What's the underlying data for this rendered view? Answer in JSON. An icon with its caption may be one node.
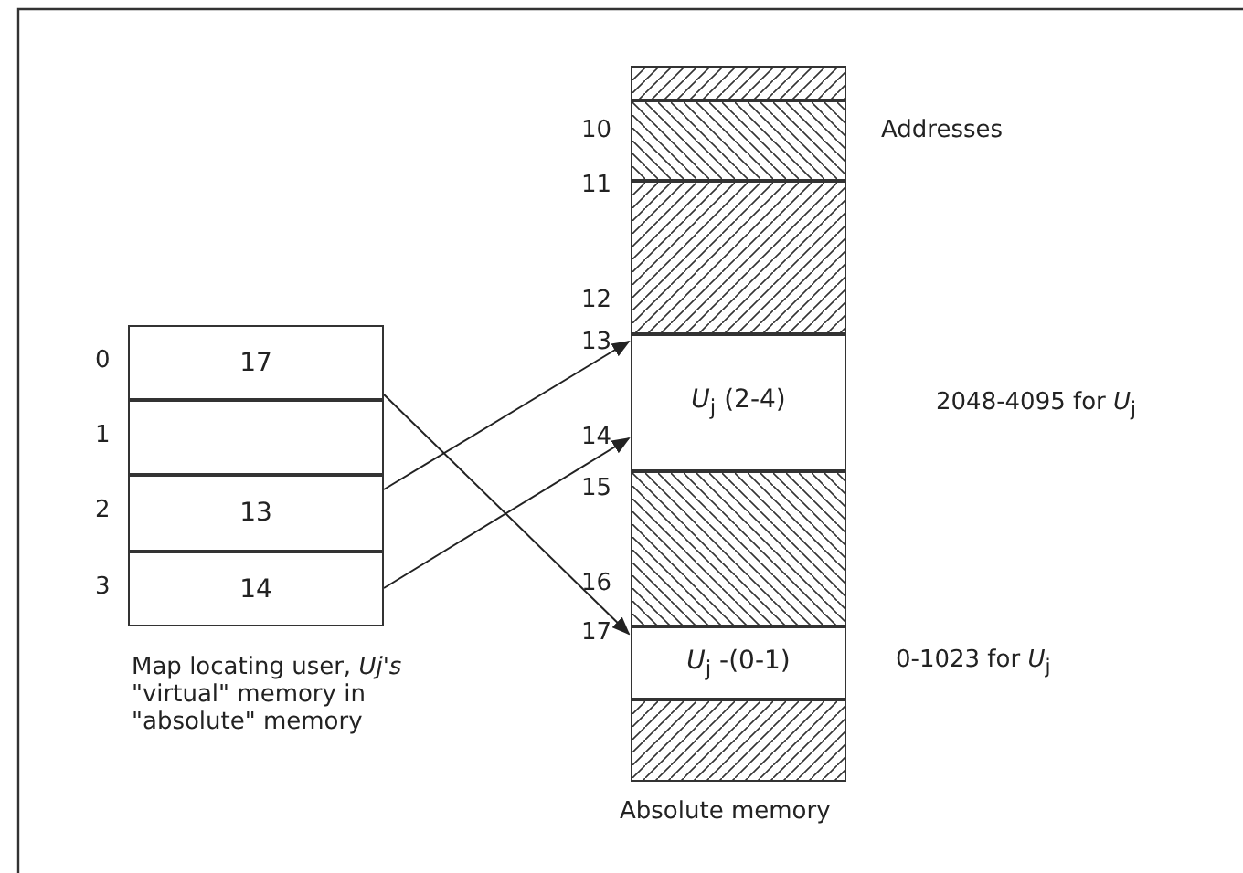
{
  "diagram": {
    "nodes": [
      {
        "text": [
          "17"
        ],
        "beside": [
          "0"
        ]
      },
      {
        "text": [],
        "shape": "box",
        "beside": [
          "1"
        ]
      },
      {
        "text": [
          "13"
        ],
        "beside": [
          "2"
        ]
      },
      {
        "text": [
          "14"
        ],
        "beside": [
          "3"
        ]
      },
      {
        "text": [],
        "shape": "box"
      },
      {
        "text": [],
        "shape": "box"
      },
      {
        "text": [],
        "shape": "box"
      },
      {
        "text": [
          "*U*$_{j}$ (2-4)"
        ]
      },
      {
        "text": [],
        "shape": "box"
      },
      {
        "text": [
          "*U*$_{j}$ -(0-1)"
        ]
      },
      {
        "text": [],
        "shape": "box",
        "beside": [
          "Absolute memory"
        ]
      }
    ],
    "edges": [
      {
        "from": 2,
        "to": 7,
        "arrow": "to"
      },
      {
        "from": 3,
        "to": 7,
        "arrow": "to"
      },
      {
        "from": 0,
        "to": 9,
        "arrow": "to"
      }
    ],
    "labels": [
      "10",
      "Addresses",
      "11",
      "12",
      "13",
      "2048-4095 for *U*$_{j}$",
      "14",
      "15",
      "16",
      "17",
      "0-1023 for *U*$_{j}$",
      "Map locating user, *Uj's* \"virtual\" memory in \"absolute\" memory"
    ]
  }
}
